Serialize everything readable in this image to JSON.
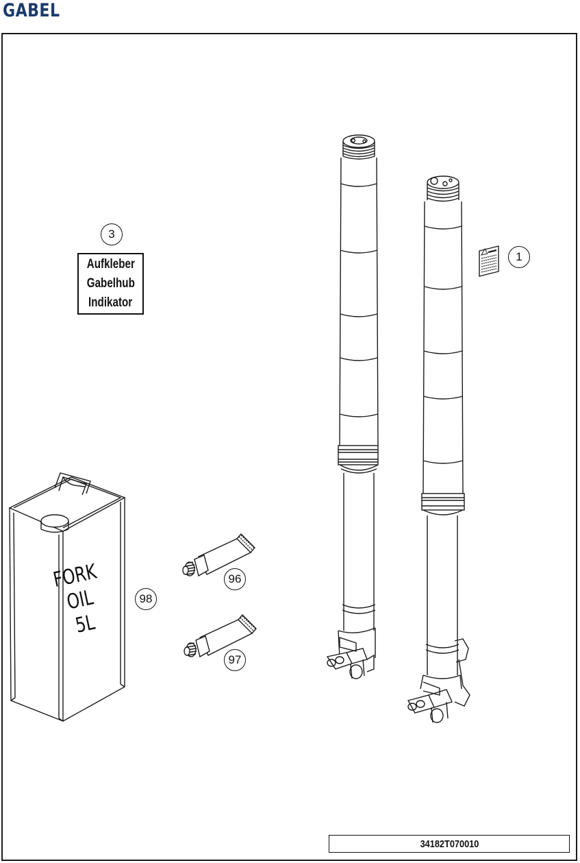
{
  "header": {
    "title": "GABEL"
  },
  "sticker_label": {
    "lines": [
      "Aufkleber",
      "Gabelhub",
      "Indikator"
    ]
  },
  "oil_can": {
    "lines": [
      "FORK",
      "OIL",
      "5L"
    ]
  },
  "callouts": {
    "sticker_label": "3",
    "warning_sticker": "1",
    "grease_tube_top": "96",
    "grease_tube_bottom": "97",
    "oil_can": "98"
  },
  "footer": {
    "document_number": "34182T070010"
  },
  "colors": {
    "title": "#1c3a6b",
    "line": "#1a1a1a"
  },
  "icons": [
    "fork-leg-left-icon",
    "fork-leg-right-icon",
    "warning-sticker-icon",
    "grease-tube-icon",
    "oil-can-icon"
  ]
}
